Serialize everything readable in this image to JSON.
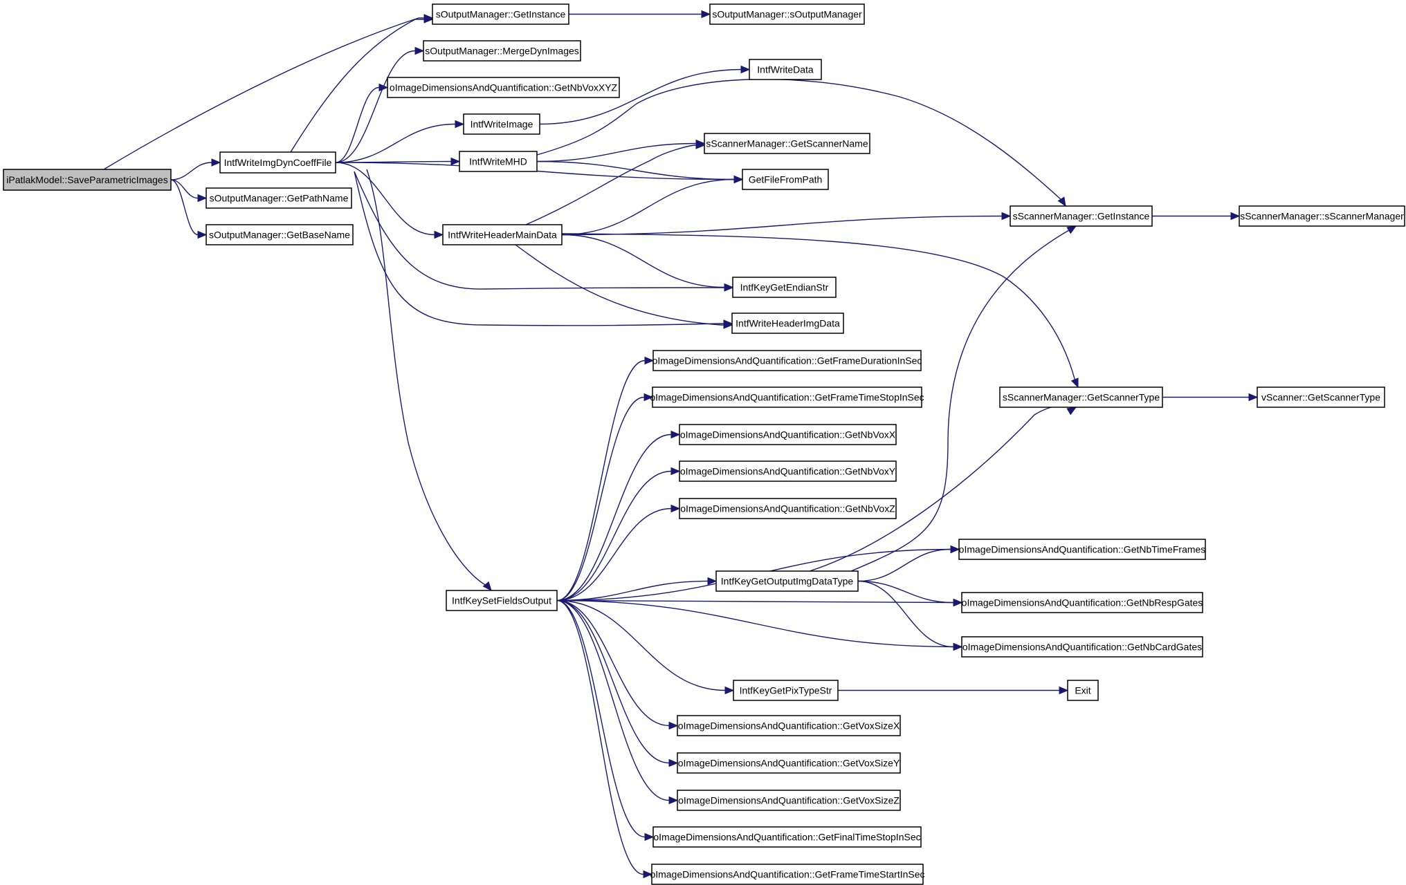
{
  "nodes": [
    {
      "id": "root",
      "label": "iPatlakModel::SaveParametricImages",
      "root": true
    },
    {
      "id": "writeDyn",
      "label": "IntfWriteImgDynCoeffFile"
    },
    {
      "id": "omGetPath",
      "label": "sOutputManager::GetPathName"
    },
    {
      "id": "omGetBase",
      "label": "sOutputManager::GetBaseName"
    },
    {
      "id": "omGetInst",
      "label": "sOutputManager::GetInstance"
    },
    {
      "id": "omCtor",
      "label": "sOutputManager::sOutputManager"
    },
    {
      "id": "omMerge",
      "label": "sOutputManager::MergeDynImages"
    },
    {
      "id": "nbVoxXYZ",
      "label": "oImageDimensionsAndQuantification::GetNbVoxXYZ"
    },
    {
      "id": "writeData",
      "label": "IntfWriteData"
    },
    {
      "id": "writeImage",
      "label": "IntfWriteImage"
    },
    {
      "id": "writeMHD",
      "label": "IntfWriteMHD"
    },
    {
      "id": "smGetName",
      "label": "sScannerManager::GetScannerName"
    },
    {
      "id": "getFile",
      "label": "GetFileFromPath"
    },
    {
      "id": "writeHdrMain",
      "label": "IntfWriteHeaderMainData"
    },
    {
      "id": "smGetInst",
      "label": "sScannerManager::GetInstance"
    },
    {
      "id": "smCtor",
      "label": "sScannerManager::sScannerManager"
    },
    {
      "id": "endian",
      "label": "IntfKeyGetEndianStr"
    },
    {
      "id": "writeHdrImg",
      "label": "IntfWriteHeaderImgData"
    },
    {
      "id": "frameDur",
      "label": "oImageDimensionsAndQuantification::GetFrameDurationInSec"
    },
    {
      "id": "frameStop",
      "label": "oImageDimensionsAndQuantification::GetFrameTimeStopInSec"
    },
    {
      "id": "nbVoxX",
      "label": "oImageDimensionsAndQuantification::GetNbVoxX"
    },
    {
      "id": "nbVoxY",
      "label": "oImageDimensionsAndQuantification::GetNbVoxY"
    },
    {
      "id": "nbVoxZ",
      "label": "oImageDimensionsAndQuantification::GetNbVoxZ"
    },
    {
      "id": "smGetType",
      "label": "sScannerManager::GetScannerType"
    },
    {
      "id": "vScanType",
      "label": "vScanner::GetScannerType"
    },
    {
      "id": "nbTimeFrames",
      "label": "oImageDimensionsAndQuantification::GetNbTimeFrames"
    },
    {
      "id": "outType",
      "label": "IntfKeyGetOutputImgDataType"
    },
    {
      "id": "setFields",
      "label": "IntfKeySetFieldsOutput"
    },
    {
      "id": "nbResp",
      "label": "oImageDimensionsAndQuantification::GetNbRespGates"
    },
    {
      "id": "nbCard",
      "label": "oImageDimensionsAndQuantification::GetNbCardGates"
    },
    {
      "id": "pixType",
      "label": "IntfKeyGetPixTypeStr"
    },
    {
      "id": "exit",
      "label": "Exit"
    },
    {
      "id": "voxX",
      "label": "oImageDimensionsAndQuantification::GetVoxSizeX"
    },
    {
      "id": "voxY",
      "label": "oImageDimensionsAndQuantification::GetVoxSizeY"
    },
    {
      "id": "voxZ",
      "label": "oImageDimensionsAndQuantification::GetVoxSizeZ"
    },
    {
      "id": "finalStop",
      "label": "oImageDimensionsAndQuantification::GetFinalTimeStopInSec"
    },
    {
      "id": "frameStart",
      "label": "oImageDimensionsAndQuantification::GetFrameTimeStartInSec"
    }
  ],
  "edges": [
    [
      "root",
      "omGetInst"
    ],
    [
      "root",
      "writeDyn"
    ],
    [
      "root",
      "omGetPath"
    ],
    [
      "root",
      "omGetBase"
    ],
    [
      "writeDyn",
      "omGetInst"
    ],
    [
      "writeDyn",
      "omMerge"
    ],
    [
      "writeDyn",
      "nbVoxXYZ"
    ],
    [
      "writeDyn",
      "writeImage"
    ],
    [
      "writeDyn",
      "writeMHD"
    ],
    [
      "writeDyn",
      "getFile"
    ],
    [
      "writeDyn",
      "writeHdrMain"
    ],
    [
      "writeDyn",
      "endian"
    ],
    [
      "writeDyn",
      "writeHdrImg"
    ],
    [
      "writeDyn",
      "setFields"
    ],
    [
      "omGetInst",
      "omCtor"
    ],
    [
      "writeImage",
      "writeData"
    ],
    [
      "writeMHD",
      "smGetInst"
    ],
    [
      "writeMHD",
      "smGetName"
    ],
    [
      "writeMHD",
      "getFile"
    ],
    [
      "writeHdrMain",
      "smGetName"
    ],
    [
      "writeHdrMain",
      "getFile"
    ],
    [
      "writeHdrMain",
      "smGetInst"
    ],
    [
      "writeHdrMain",
      "endian"
    ],
    [
      "writeHdrMain",
      "writeHdrImg"
    ],
    [
      "writeHdrMain",
      "smGetType"
    ],
    [
      "smGetInst",
      "smCtor"
    ],
    [
      "smGetType",
      "vScanType"
    ],
    [
      "setFields",
      "frameDur"
    ],
    [
      "setFields",
      "frameStop"
    ],
    [
      "setFields",
      "nbVoxX"
    ],
    [
      "setFields",
      "nbVoxY"
    ],
    [
      "setFields",
      "nbVoxZ"
    ],
    [
      "setFields",
      "nbTimeFrames"
    ],
    [
      "setFields",
      "outType"
    ],
    [
      "setFields",
      "nbResp"
    ],
    [
      "setFields",
      "nbCard"
    ],
    [
      "setFields",
      "pixType"
    ],
    [
      "setFields",
      "voxX"
    ],
    [
      "setFields",
      "voxY"
    ],
    [
      "setFields",
      "voxZ"
    ],
    [
      "setFields",
      "finalStop"
    ],
    [
      "setFields",
      "frameStart"
    ],
    [
      "outType",
      "smGetInst"
    ],
    [
      "outType",
      "smGetType"
    ],
    [
      "outType",
      "nbTimeFrames"
    ],
    [
      "outType",
      "nbResp"
    ],
    [
      "outType",
      "nbCard"
    ],
    [
      "pixType",
      "exit"
    ]
  ]
}
